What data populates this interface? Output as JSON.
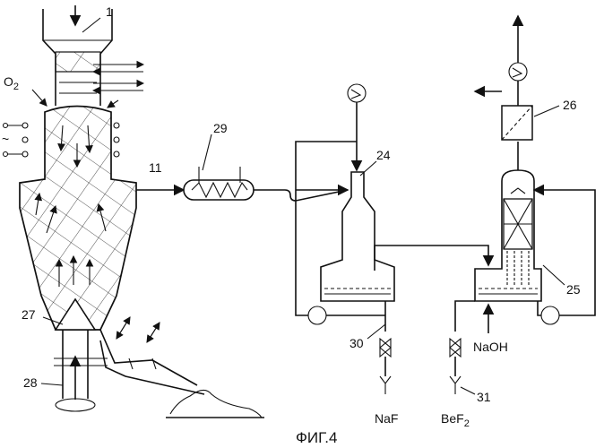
{
  "labels": {
    "n1": "1",
    "o2_main": "O",
    "o2_sub": "2",
    "tilde": "~",
    "n11": "11",
    "n29": "29",
    "n24": "24",
    "n26": "26",
    "n25": "25",
    "n27": "27",
    "n28": "28",
    "n30": "30",
    "n31": "31",
    "naf": "NaF",
    "bef_main": "BeF",
    "bef_sub": "2",
    "naoh": "NaOH"
  },
  "caption": "ФИГ.4"
}
